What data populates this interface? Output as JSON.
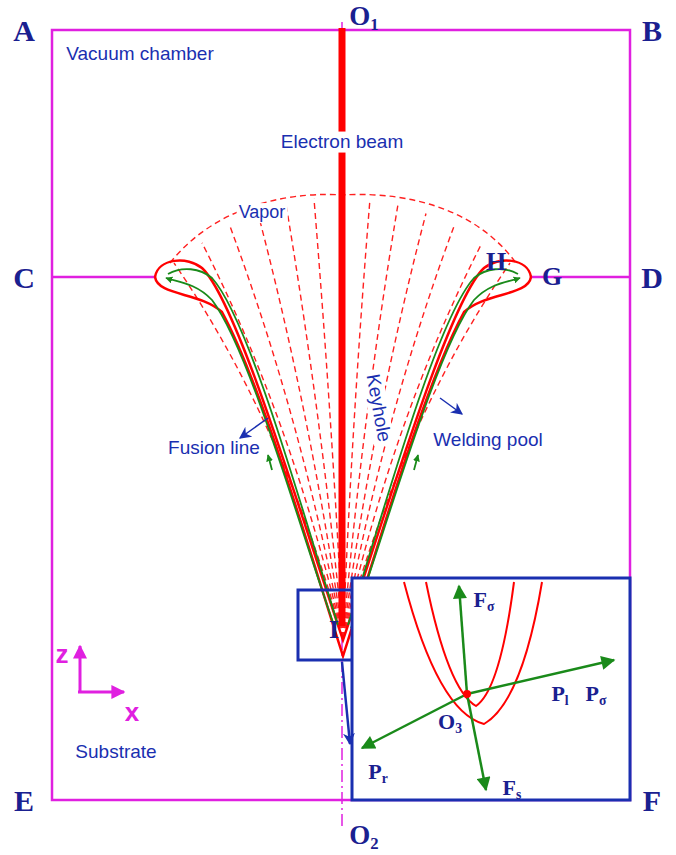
{
  "diagram": {
    "labels": [
      "A",
      "O1",
      "B",
      "Vacuum chamber",
      "Electron beam",
      "Vapor",
      "H",
      "C",
      "G",
      "D",
      "Keyhole",
      "Fusion line",
      "Welding pool",
      "z",
      "x",
      "I",
      "Fσ",
      "Pl",
      "Pσ",
      "Pr",
      "O3",
      "Fs",
      "E",
      "Substrate",
      "O2",
      "F"
    ]
  }
}
